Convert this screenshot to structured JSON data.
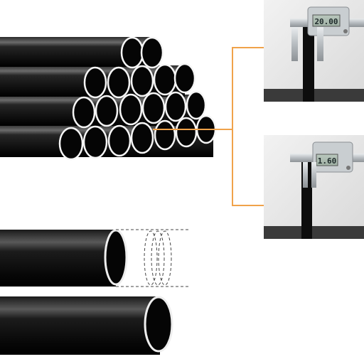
{
  "product": {
    "name": "black-steel-pipes",
    "accent_color": "#f0a24a",
    "pipe_color": "#111111"
  },
  "measurements": [
    {
      "display": "20.00"
    },
    {
      "display": "1.60"
    }
  ],
  "icons": [
    "caliper-icon",
    "pipe-stack-icon",
    "pipe-rings-icon"
  ]
}
